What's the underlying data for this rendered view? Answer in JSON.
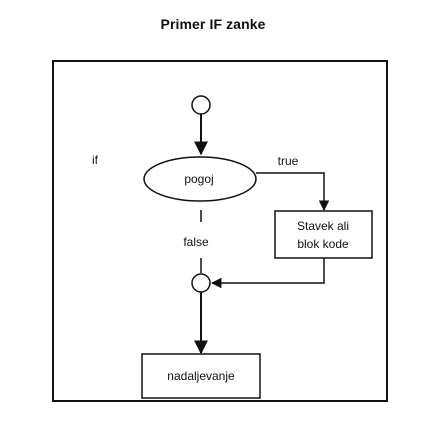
{
  "title": "Primer IF zanke",
  "keyword_label": "if",
  "nodes": {
    "condition": "pogoj",
    "statement_line1": "Stavek ali",
    "statement_line2": "blok kode",
    "continuation": "nadaljevanje"
  },
  "edges": {
    "true_label": "true",
    "false_label": "false"
  }
}
